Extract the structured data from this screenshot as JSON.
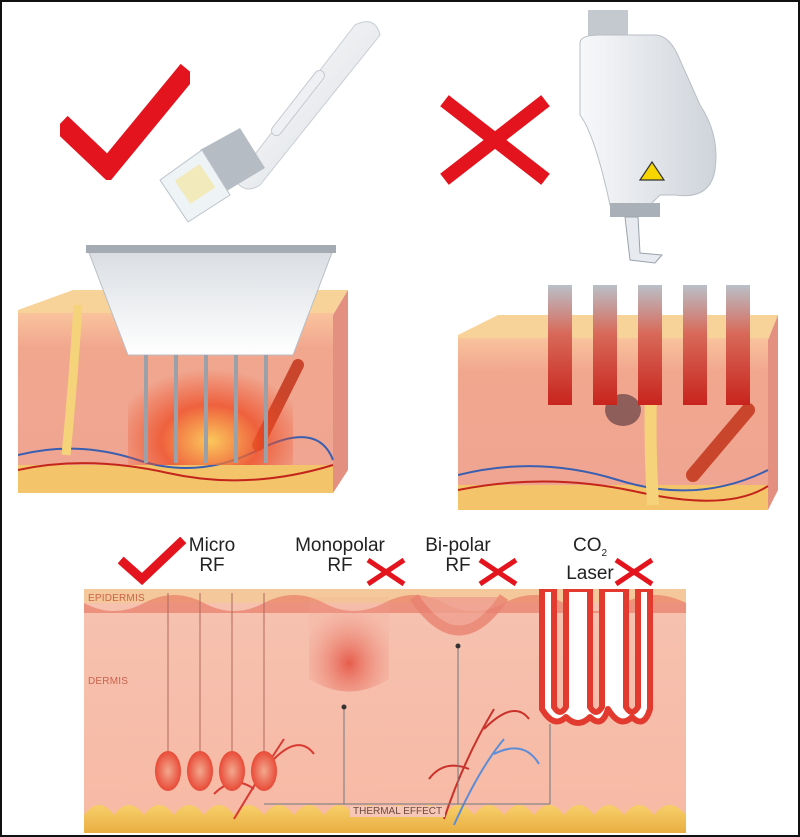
{
  "colors": {
    "check": "#e3141d",
    "cross": "#e3141d",
    "skin": "#f2a89a",
    "epidermis": "#f7cfa9",
    "heat": "#e8382c"
  },
  "icons": {
    "approved": "check-icon",
    "rejected": "cross-icon"
  },
  "comparison": {
    "technologies": [
      {
        "line1": "Micro",
        "line2": "RF",
        "mark": "check-icon"
      },
      {
        "line1": "Monopolar",
        "line2": "RF",
        "mark": "cross-icon"
      },
      {
        "line1": "Bi-polar",
        "line2": "RF",
        "mark": "cross-icon"
      },
      {
        "line1": "CO",
        "line1_sub": "2",
        "line2": "Laser",
        "mark": "cross-icon"
      }
    ],
    "layers": {
      "epidermis": "EPIDERMIS",
      "dermis": "DERMIS"
    },
    "thermal_effect": "THERMAL EFFECT"
  }
}
